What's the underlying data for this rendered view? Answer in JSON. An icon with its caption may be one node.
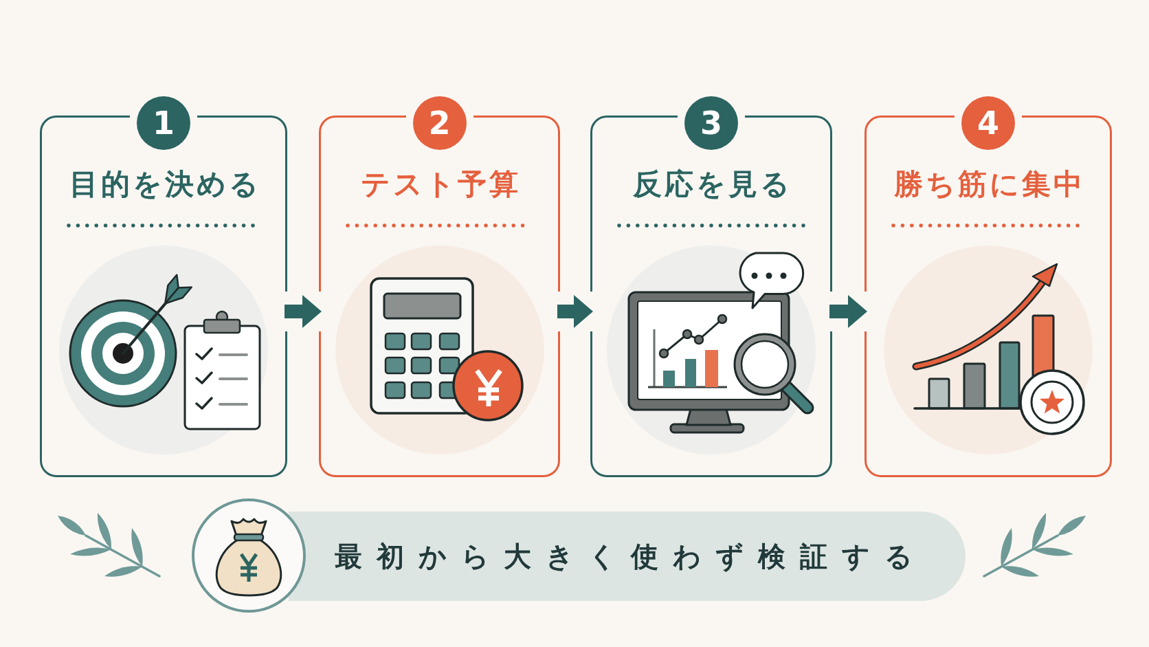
{
  "diagram": {
    "nodes": [
      {
        "text": [
          "1",
          "目的を決める"
        ]
      },
      {
        "text": [
          "2",
          "テスト予算"
        ]
      },
      {
        "text": [
          "3",
          "反応を見る"
        ]
      },
      {
        "text": [
          "4",
          "勝ち筋に集中"
        ]
      },
      {
        "text": [
          "最初から大きく使わず検証する"
        ]
      }
    ],
    "edges": [
      {
        "from": 0,
        "to": 1,
        "arrow": "to"
      },
      {
        "from": 1,
        "to": 2,
        "arrow": "to"
      },
      {
        "from": 2,
        "to": 3,
        "arrow": "to"
      }
    ]
  }
}
